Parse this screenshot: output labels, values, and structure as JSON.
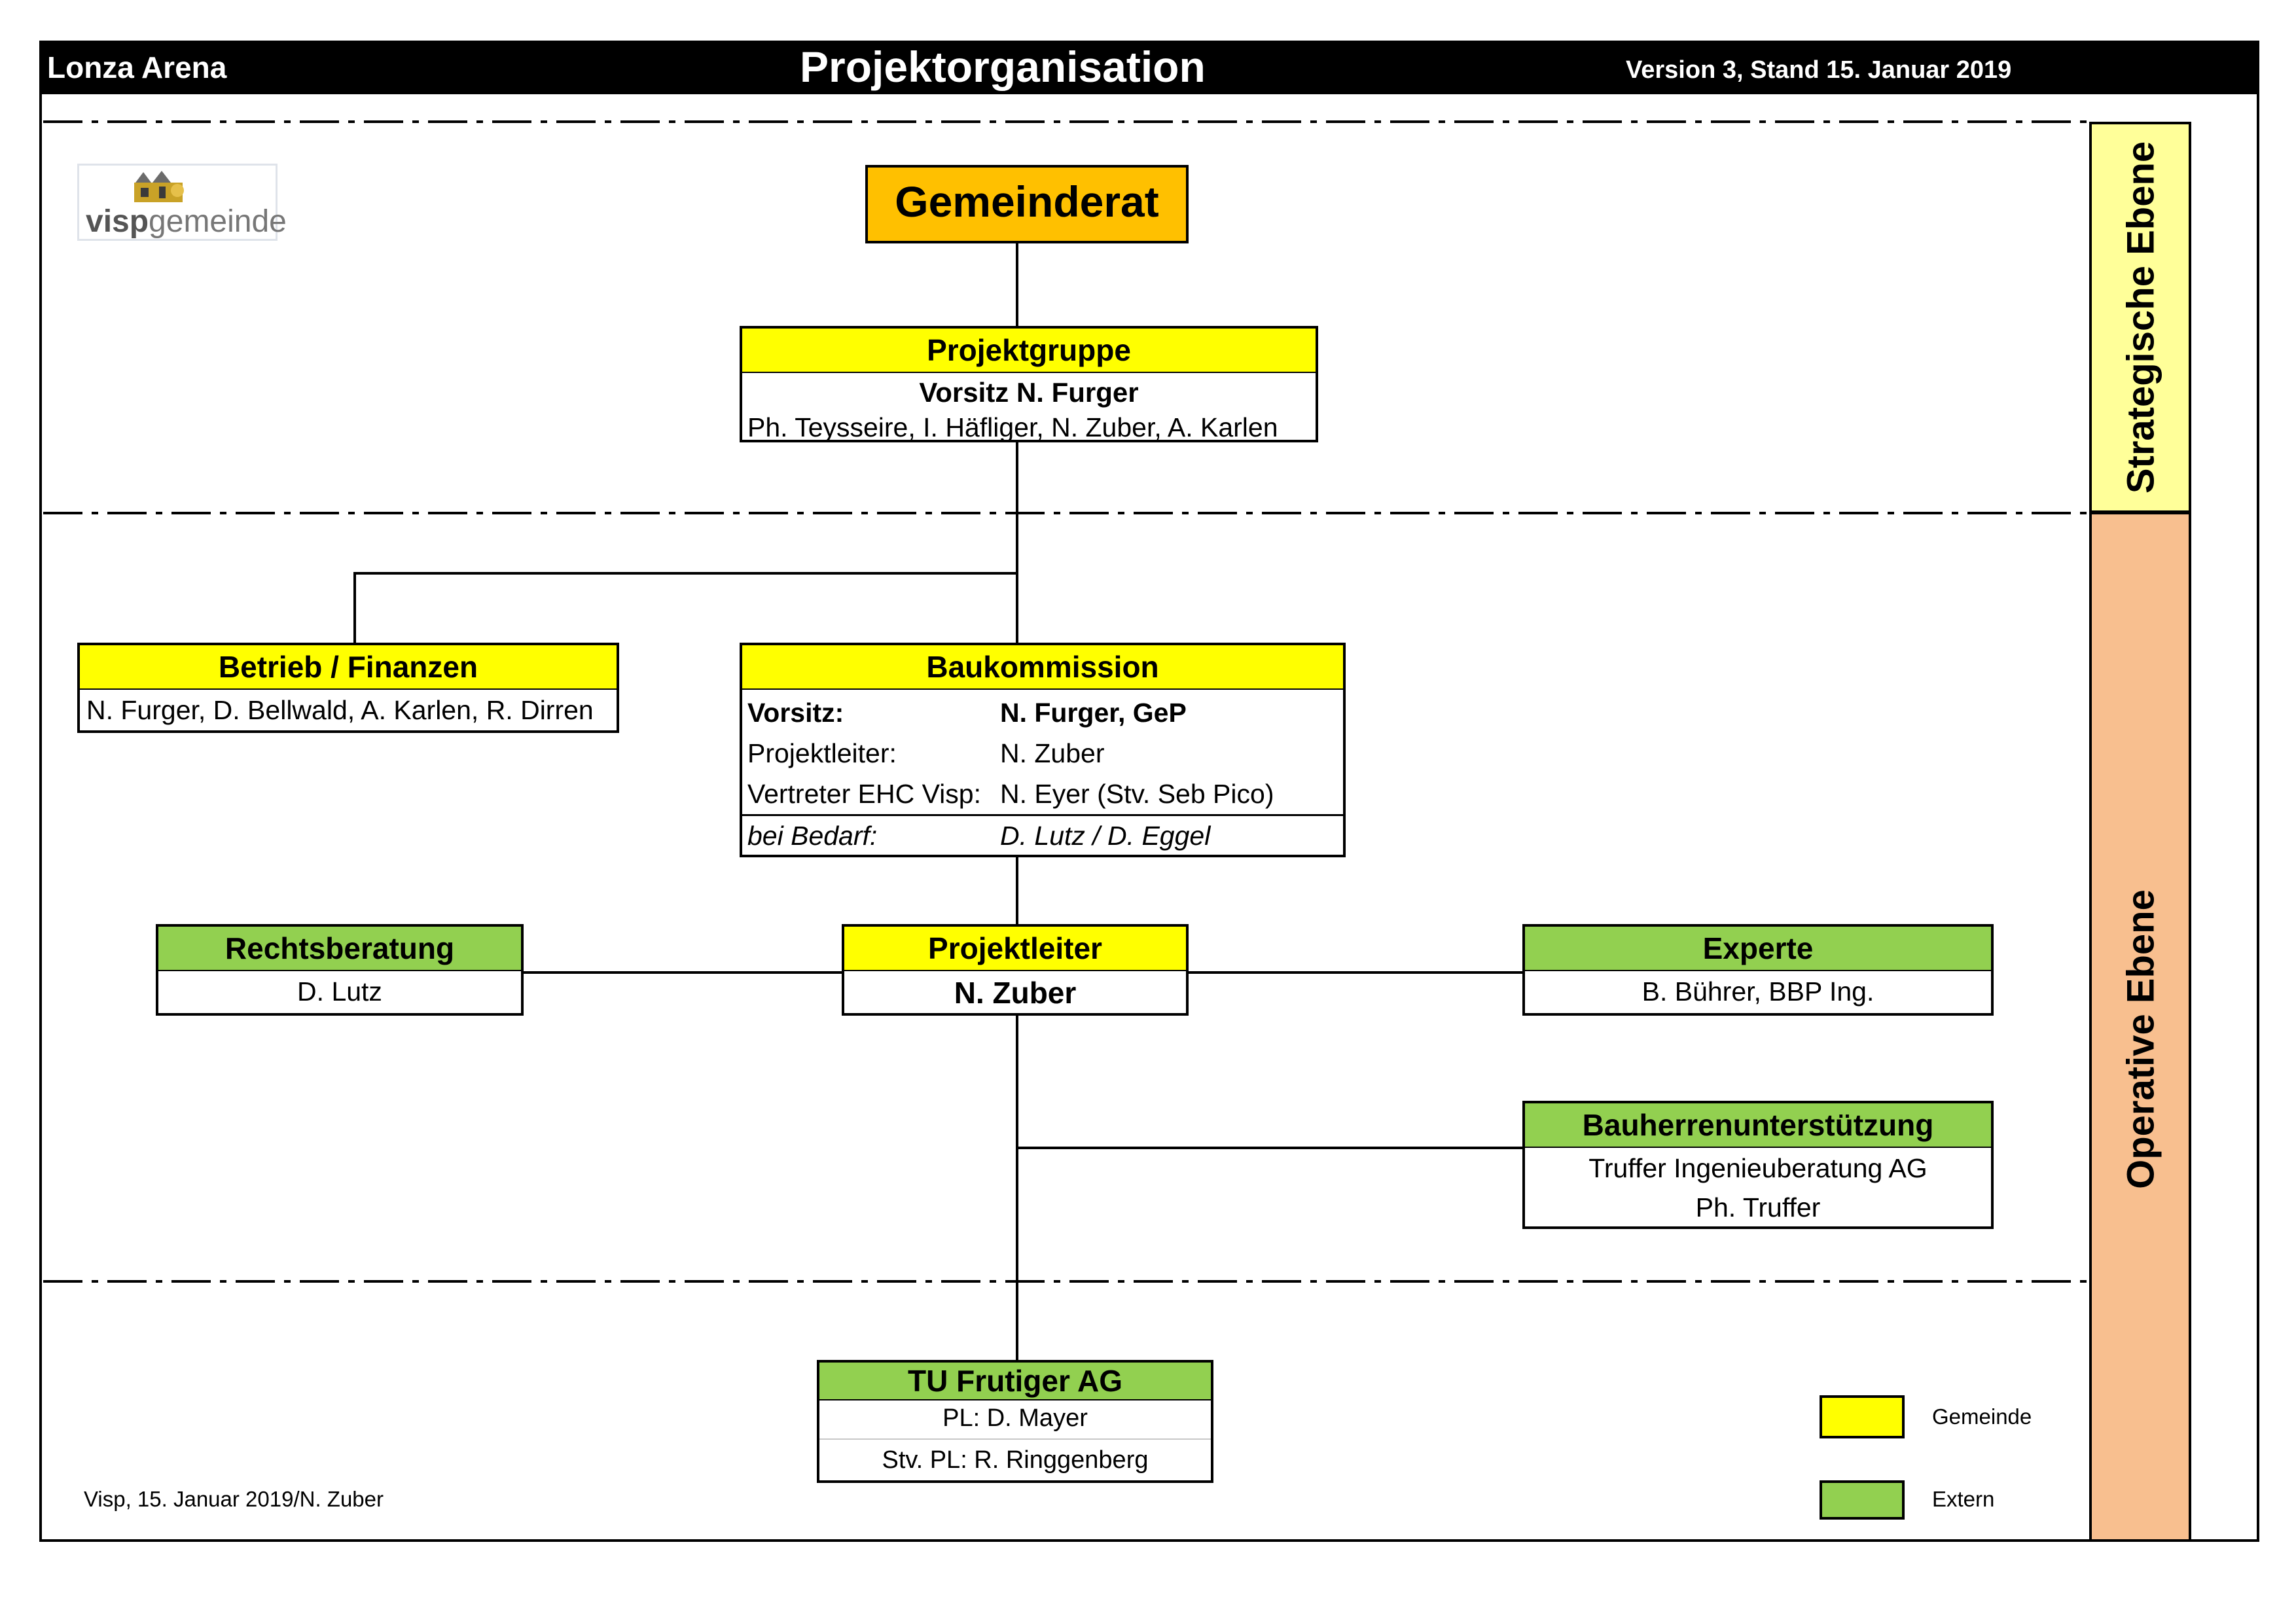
{
  "header": {
    "left": "Lonza Arena",
    "title": "Projektorganisation",
    "version": "Version 3, Stand 15. Januar 2019"
  },
  "logo": {
    "text_a": "visp",
    "text_b": "gemeinde",
    "emblem": "coat-of-arms-icon"
  },
  "levels": {
    "strategic": "Strategische Ebene",
    "operative": "Operative Ebene"
  },
  "gemeinderat": "Gemeinderat",
  "projektgruppe": {
    "title": "Projektgruppe",
    "chair": "Vorsitz N. Furger",
    "members": "Ph. Teysseire, I. Häfliger, N. Zuber, A. Karlen"
  },
  "betrieb": {
    "title": "Betrieb / Finanzen",
    "members": "N. Furger, D. Bellwald, A. Karlen, R. Dirren"
  },
  "baukommission": {
    "title": "Baukommission",
    "rows": [
      {
        "label": "Vorsitz:",
        "value": "N. Furger, GeP"
      },
      {
        "label": "Projektleiter:",
        "value": "N. Zuber"
      },
      {
        "label": "Vertreter EHC Visp:",
        "value": "N. Eyer (Stv. Seb Pico)"
      }
    ],
    "extra_label": "bei Bedarf:",
    "extra_value": "D. Lutz / D. Eggel"
  },
  "rechtsberatung": {
    "title": "Rechtsberatung",
    "member": "D. Lutz"
  },
  "projektleiter": {
    "title": "Projektleiter",
    "member": "N. Zuber"
  },
  "experte": {
    "title": "Experte",
    "member": "B. Bührer, BBP Ing."
  },
  "bauherren": {
    "title": "Bauherrenunterstützung",
    "line1": "Truffer Ingenieuberatung AG",
    "line2": "Ph. Truffer"
  },
  "tu": {
    "title": "TU Frutiger AG",
    "line1": "PL: D. Mayer",
    "line2": "Stv. PL: R. Ringgenberg"
  },
  "legend": {
    "gemeinde": "Gemeinde",
    "extern": "Extern",
    "gemeinde_color": "#ffff00",
    "extern_color": "#92d050"
  },
  "footer": "Visp, 15. Januar 2019/N. Zuber",
  "colors": {
    "gemeinderat": "#ffc000",
    "strategic": "#ffff99",
    "operative": "#f8bf8f"
  }
}
